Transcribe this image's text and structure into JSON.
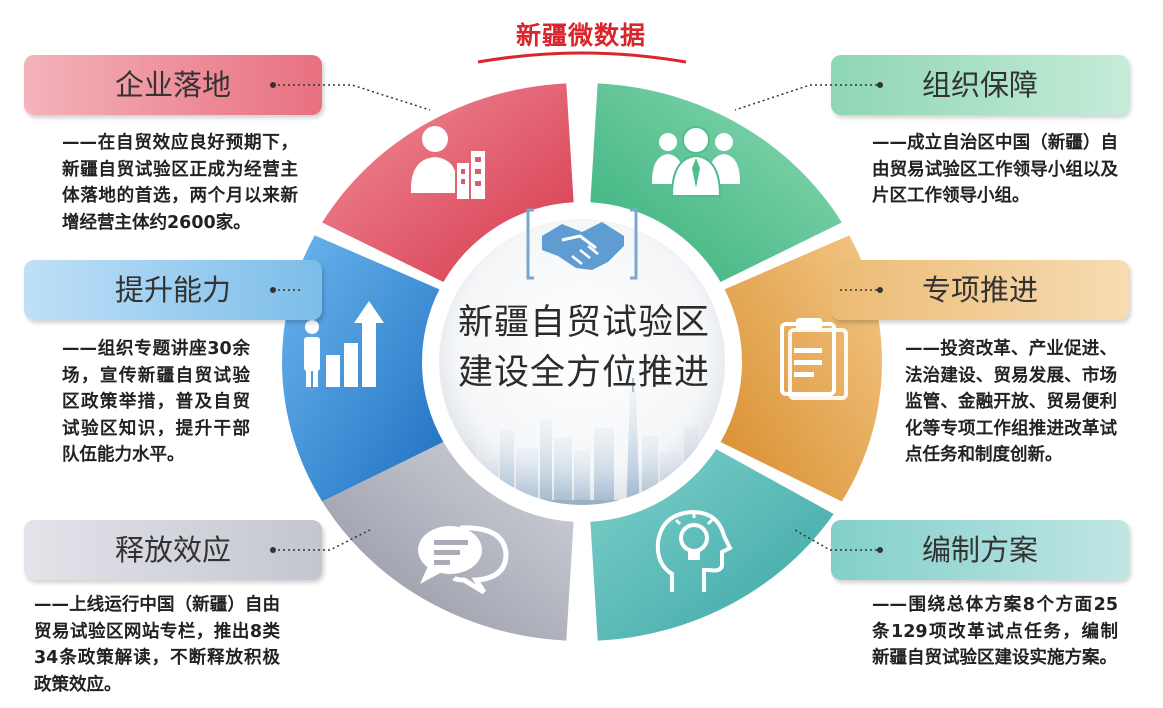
{
  "header": {
    "title": "新疆微数据"
  },
  "center": {
    "line1": "新疆自贸试验区",
    "line2": "建设全方位推进"
  },
  "sections": [
    {
      "label": "企业落地",
      "desc": "——在自贸效应良好预期下，新疆自贸试验区正成为经营主体落地的首选，两个月以来新增经营主体约2600家。",
      "color": "#e05a6a",
      "icon": "business-person-building-icon"
    },
    {
      "label": "组织保障",
      "desc": "——成立自治区中国（新疆）自由贸易试验区工作领导小组以及片区工作领导小组。",
      "color": "#4dbf8d",
      "icon": "team-group-icon"
    },
    {
      "label": "提升能力",
      "desc": "——组织专题讲座30余场，宣传新疆自贸试验区政策举措，普及自贸试验区知识，提升干部队伍能力水平。",
      "color": "#3d93d6",
      "icon": "growth-chart-icon"
    },
    {
      "label": "专项推进",
      "desc": "——投资改革、产业促进、法治建设、贸易发展、市场监管、金融开放、贸易便利化等专项工作组推进改革试点任务和制度创新。",
      "color": "#e3a44a",
      "icon": "clipboard-icon"
    },
    {
      "label": "释放效应",
      "desc": "——上线运行中国（新疆）自由贸易试验区网站专栏，推出8类34条政策解读，不断释放积极政策效应。",
      "color": "#a9acb8",
      "icon": "chat-bubbles-icon"
    },
    {
      "label": "编制方案",
      "desc": "——围绕总体方案8个方面25条129项改革试点任务，编制新疆自贸试验区建设实施方案。",
      "color": "#3aa9a8",
      "icon": "head-lightbulb-icon"
    }
  ]
}
